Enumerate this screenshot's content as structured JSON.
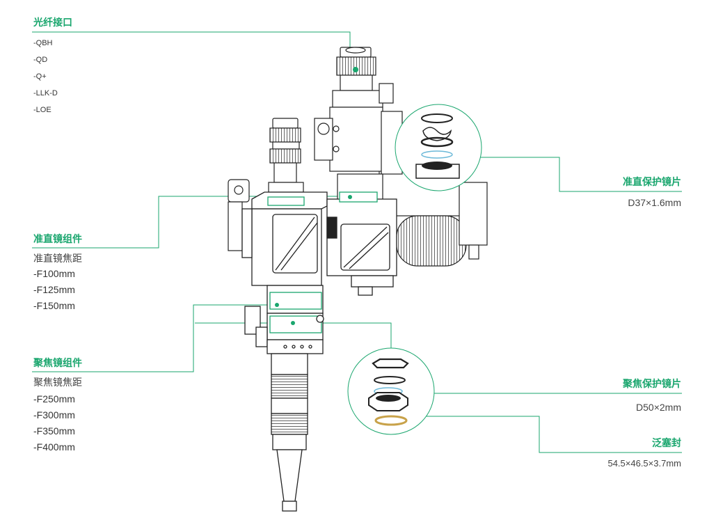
{
  "accent_color": "#1aa66e",
  "fiber_interface": {
    "title": "光纤接口",
    "items": [
      "-QBH",
      "-QD",
      "-Q+",
      "-LLK-D",
      "-LOE"
    ]
  },
  "collimator_group": {
    "title": "准直镜组件",
    "subtitle": "准直镜焦距",
    "items": [
      "-F100mm",
      "-F125mm",
      "-F150mm"
    ]
  },
  "focus_group": {
    "title": "聚焦镜组件",
    "subtitle": "聚焦镜焦距",
    "items": [
      "-F250mm",
      "-F300mm",
      "-F350mm",
      "-F400mm"
    ]
  },
  "collimator_window": {
    "title": "准直保护镜片",
    "spec": "D37×1.6mm"
  },
  "focus_window": {
    "title": "聚焦保护镜片",
    "spec": "D50×2mm"
  },
  "seal": {
    "title": "泛塞封",
    "spec": "54.5×46.5×3.7mm"
  }
}
